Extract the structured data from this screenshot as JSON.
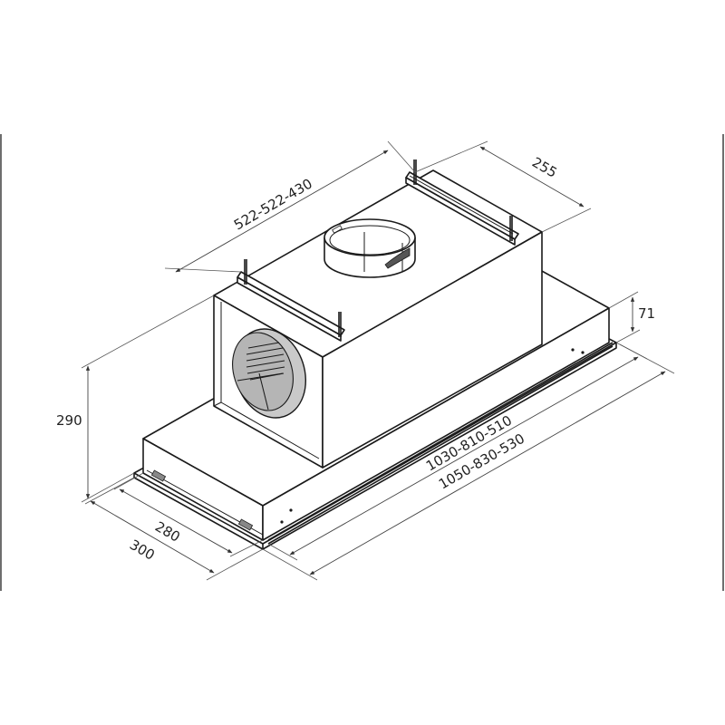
{
  "drawing": {
    "subject": "Built-in cooker hood (canopy extractor) dimension drawing",
    "units": "mm",
    "colors": {
      "line": "#1a1a1a",
      "dimension_line": "#444444",
      "duct_fill": "#c9c9c9",
      "frame_line": "#6e6e6e",
      "background": "#ffffff"
    },
    "dimensions": {
      "top_depth_length": "522-522-430",
      "bracket_width": "255",
      "frame_height": "71",
      "total_height": "290",
      "inner_depth": "280",
      "outer_depth": "300",
      "inner_length": "1030-810-510",
      "outer_length": "1050-830-530"
    },
    "parts": [
      "motor-housing",
      "top-duct-outlet",
      "side-duct-outlet",
      "mounting-bracket-front",
      "mounting-bracket-rear",
      "canopy-base",
      "bottom-flange"
    ]
  }
}
